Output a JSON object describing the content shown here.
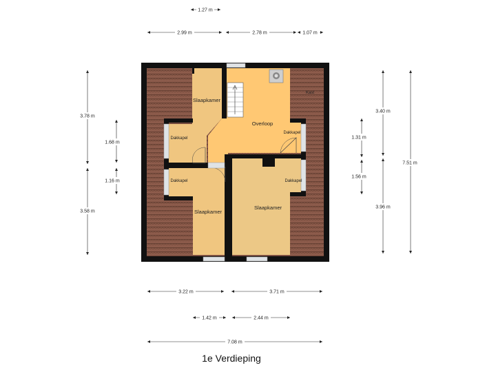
{
  "title": "1e Verdieping",
  "rooms": {
    "slaapkamer_top": "Slaapkamer",
    "overloop": "Overloop",
    "kast": "Kast",
    "dakkapel_left_top": "Dakkapel",
    "dakkapel_right_top": "Dakkapel",
    "dakkapel_left_bottom": "Dakkapel",
    "dakkapel_right_bottom": "Dakkapel",
    "slaapkamer_bottom_left": "Slaapkamer",
    "slaapkamer_bottom_right": "Slaapkamer"
  },
  "dimensions": {
    "top_1": "1.27 m",
    "top_2a": "2.99 m",
    "top_2b": "2.78 m",
    "top_2c": "1.07 m",
    "left_outer_top": "3.78 m",
    "left_outer_bottom": "3.58 m",
    "left_inner_top": "1.68 m",
    "left_inner_bottom": "1.16 m",
    "right_inner_top": "1.31 m",
    "right_inner_bottom": "1.56 m",
    "right_mid_top": "3.40 m",
    "right_mid_bottom": "3.96 m",
    "right_outer": "7.51 m",
    "bottom_1a": "3.22 m",
    "bottom_1b": "3.71 m",
    "bottom_2a": "1.42 m",
    "bottom_2b": "2.44 m",
    "bottom_3": "7.08 m"
  },
  "colors": {
    "wall": "#111111",
    "roof": "#8a5a4a",
    "roof_line": "#5e3a2e",
    "floor_warm": "#f2c87a",
    "floor_overloop": "#ffc873",
    "floor_room": "#edc886",
    "window": "#dfe3e6"
  }
}
